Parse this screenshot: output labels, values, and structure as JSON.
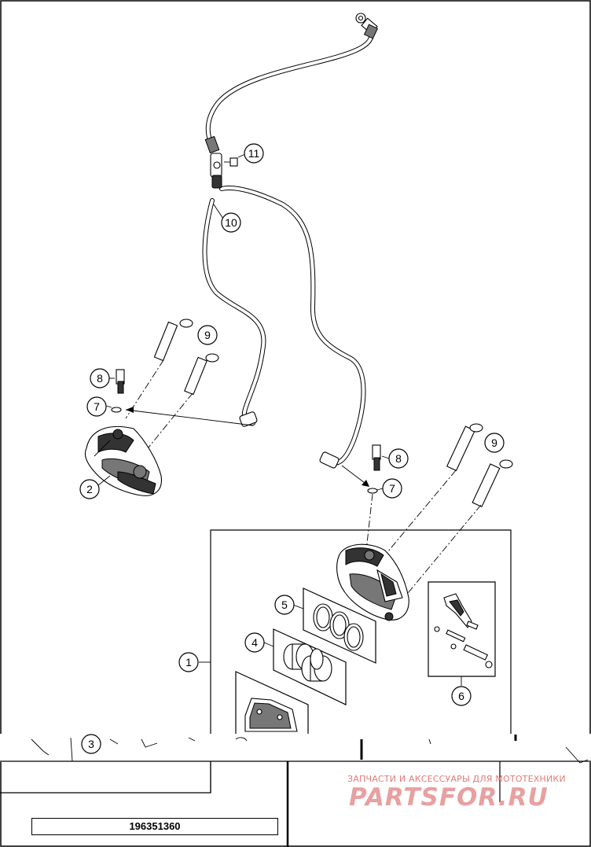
{
  "callouts": [
    {
      "id": "c11",
      "label": "11"
    },
    {
      "id": "c10",
      "label": "10"
    },
    {
      "id": "c9a",
      "label": "9"
    },
    {
      "id": "c8a",
      "label": "8"
    },
    {
      "id": "c7a",
      "label": "7"
    },
    {
      "id": "c2",
      "label": "2"
    },
    {
      "id": "c9b",
      "label": "9"
    },
    {
      "id": "c8b",
      "label": "8"
    },
    {
      "id": "c7b",
      "label": "7"
    },
    {
      "id": "c5",
      "label": "5"
    },
    {
      "id": "c4",
      "label": "4"
    },
    {
      "id": "c1",
      "label": "1"
    },
    {
      "id": "c6",
      "label": "6"
    },
    {
      "id": "c3",
      "label": "3"
    }
  ],
  "part_number": "196351360",
  "watermark": {
    "caption": "ЗАПЧАСТИ И АКСЕССУАРЫ ДЛЯ МОТОТЕХНИКИ",
    "logo": "PARTSFOR.RU"
  }
}
